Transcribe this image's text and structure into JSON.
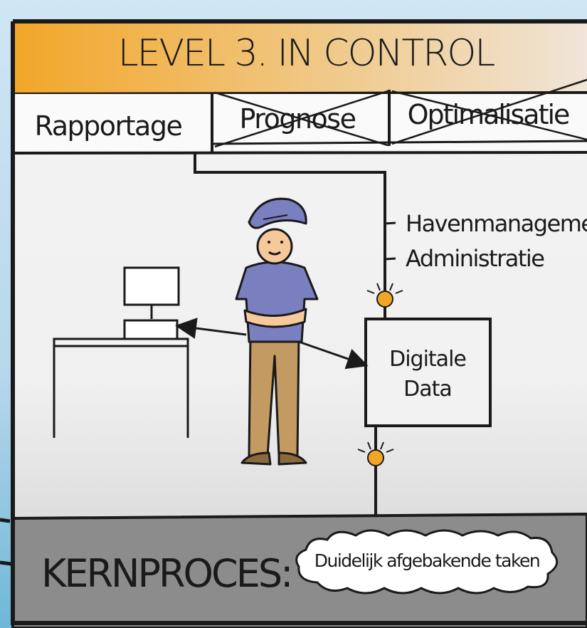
{
  "header": {
    "title": "LEVEL 3. IN CONTROL",
    "gradient_start": "#f2a628",
    "gradient_end": "#efe6db"
  },
  "tabs": [
    {
      "label": "Rapportage",
      "crossed_out": false
    },
    {
      "label": "Prognose",
      "crossed_out": true
    },
    {
      "label": "Optimalisatie",
      "crossed_out": true
    }
  ],
  "branches": [
    "Havenmanagement",
    "Administratie"
  ],
  "data_box": {
    "line1": "Digitale",
    "line2": "Data"
  },
  "footer": {
    "title": "KERNPROCES:",
    "cloud_text": "Duidelijk afgebakende taken",
    "background": "#8c8c8c"
  },
  "colors": {
    "uniform": "#7a7fc0",
    "pants": "#c39a62",
    "skin": "#f6c99a",
    "bulb": "#f2a628",
    "frame": "#1a1a1a"
  },
  "icons": [
    "desktop-computer-icon",
    "person-icon",
    "lightbulb-icon"
  ]
}
